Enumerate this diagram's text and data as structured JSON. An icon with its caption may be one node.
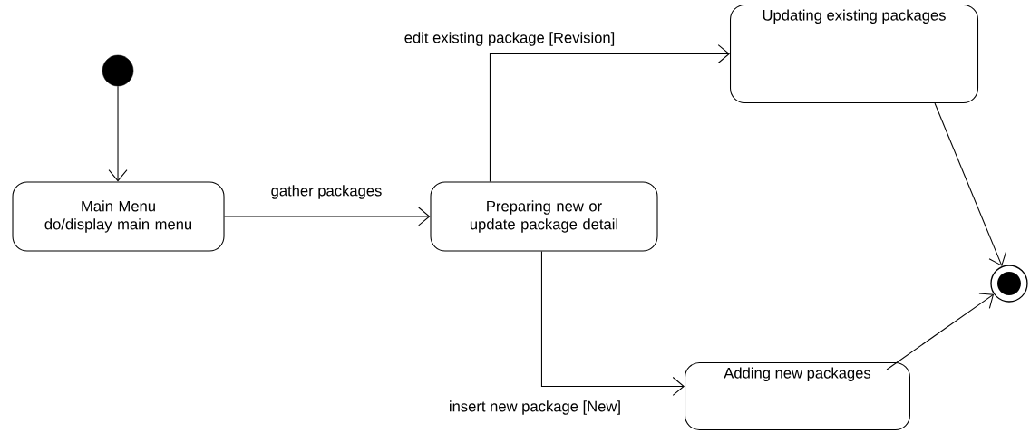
{
  "diagram": {
    "nodes": [
      {
        "text": [],
        "shape": "circle"
      },
      {
        "text": [
          "Main Menu",
          "do/display main menu"
        ]
      },
      {
        "text": [
          "Preparing new or update package detail"
        ]
      },
      {
        "text": [
          "Updating existing packages"
        ]
      },
      {
        "text": [
          "Adding new packages"
        ]
      },
      {
        "text": [],
        "shape": "bullseye"
      }
    ],
    "edges": [
      {
        "from": 0,
        "to": 1,
        "arrow": "to"
      },
      {
        "from": 1,
        "to": 2,
        "arrow": "to",
        "label": "gather packages"
      },
      {
        "from": 2,
        "to": 3,
        "arrow": "to",
        "label": "edit existing package [Revision]"
      },
      {
        "from": 2,
        "to": 4,
        "arrow": "to",
        "label": "insert new package [New]"
      },
      {
        "from": 3,
        "to": 5,
        "arrow": "to"
      },
      {
        "from": 4,
        "to": 5,
        "arrow": "to"
      }
    ]
  }
}
